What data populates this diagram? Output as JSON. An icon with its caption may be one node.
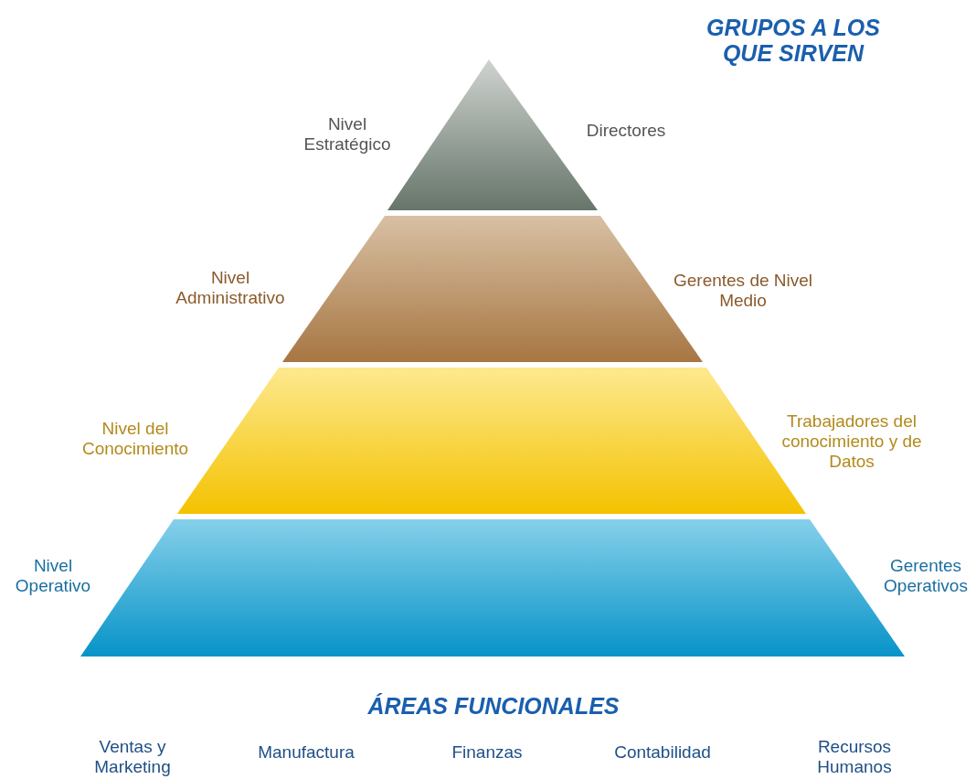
{
  "diagram": {
    "nodes": [
      {
        "text": [
          "Nivel Estratégico"
        ],
        "beside": [
          "Directores"
        ]
      },
      {
        "text": [
          "Nivel Administrativo"
        ],
        "beside": [
          "Gerentes de Nivel Medio"
        ]
      },
      {
        "text": [
          "Nivel del Conocimiento"
        ],
        "beside": [
          "Trabajadores del conocimiento y de Datos"
        ]
      },
      {
        "text": [
          "Nivel Operativo"
        ],
        "beside": [
          "Gerentes Operativos"
        ]
      }
    ],
    "labels": [
      "GRUPOS A LOS QUE SIRVEN",
      "ÁREAS FUNCIONALES",
      "Ventas y Marketing",
      "Manufactura",
      "Finanzas",
      "Contabilidad",
      "Recursos Humanos"
    ]
  }
}
